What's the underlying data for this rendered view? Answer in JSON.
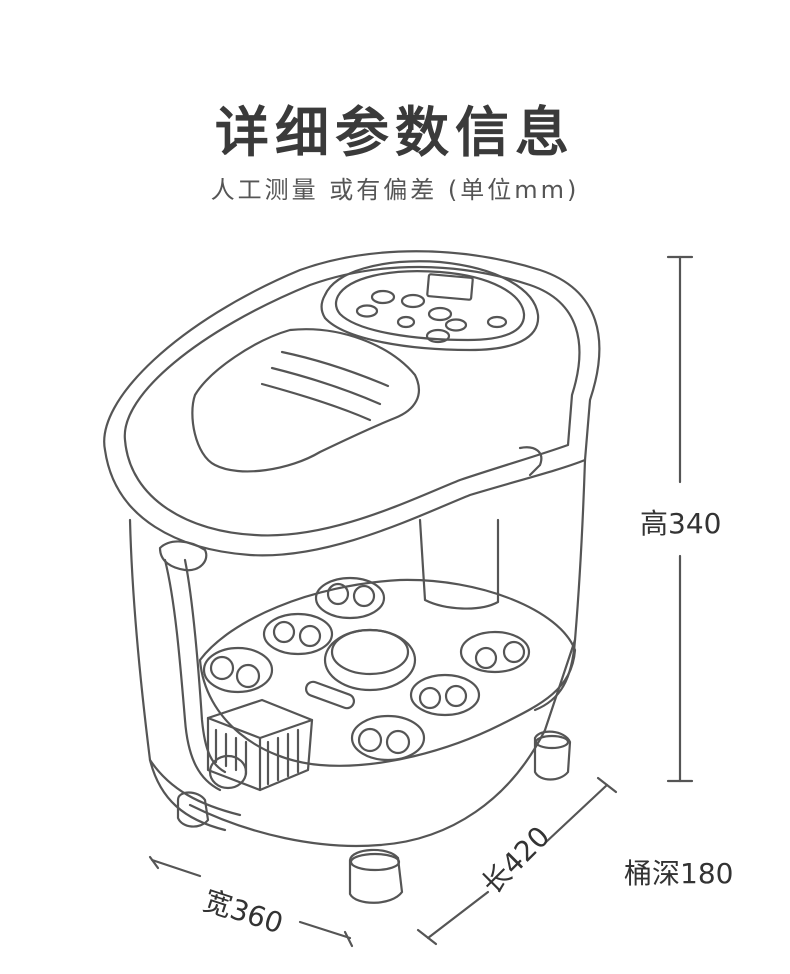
{
  "header": {
    "title": "详细参数信息",
    "subtitle": "人工测量 或有偏差 (单位mm)"
  },
  "dimensions": {
    "height_label": "高340",
    "length_label": "长420",
    "width_label": "宽360",
    "depth_label": "桶深180"
  },
  "colors": {
    "line": "#555555",
    "background": "#ffffff"
  }
}
